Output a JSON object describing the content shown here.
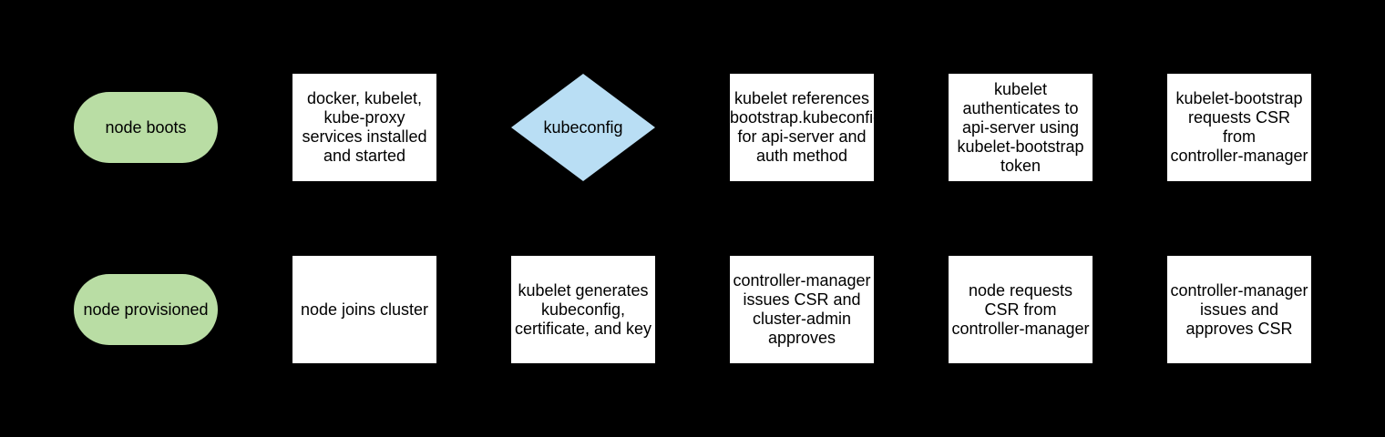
{
  "colors": {
    "background": "#000000",
    "terminator_fill": "#b9dda4",
    "decision_fill": "#b9def4",
    "process_fill": "#ffffff",
    "text": "#000000"
  },
  "flow": {
    "rows": [
      {
        "nodes": [
          {
            "type": "terminator",
            "label": "node boots"
          },
          {
            "type": "process",
            "label": "docker, kubelet,\nkube-proxy\nservices installed\nand started"
          },
          {
            "type": "decision",
            "label": "kubeconfig"
          },
          {
            "type": "process",
            "label": "kubelet references\nbootstrap.kubeconfig\nfor api-server and\nauth method"
          },
          {
            "type": "process",
            "label": "kubelet\nauthenticates to\napi-server using\nkubelet-bootstrap\ntoken"
          },
          {
            "type": "process",
            "label": "kubelet-bootstrap\nrequests CSR\nfrom\ncontroller-manager"
          }
        ]
      },
      {
        "nodes": [
          {
            "type": "terminator",
            "label": "node provisioned"
          },
          {
            "type": "process",
            "label": "node joins cluster"
          },
          {
            "type": "process",
            "label": "kubelet generates\nkubeconfig,\ncertificate, and key"
          },
          {
            "type": "process",
            "label": "controller-manager\nissues CSR and\ncluster-admin\napproves"
          },
          {
            "type": "process",
            "label": "node requests\nCSR from\ncontroller-manager"
          },
          {
            "type": "process",
            "label": "controller-manager\nissues and\napproves CSR"
          }
        ]
      }
    ]
  }
}
